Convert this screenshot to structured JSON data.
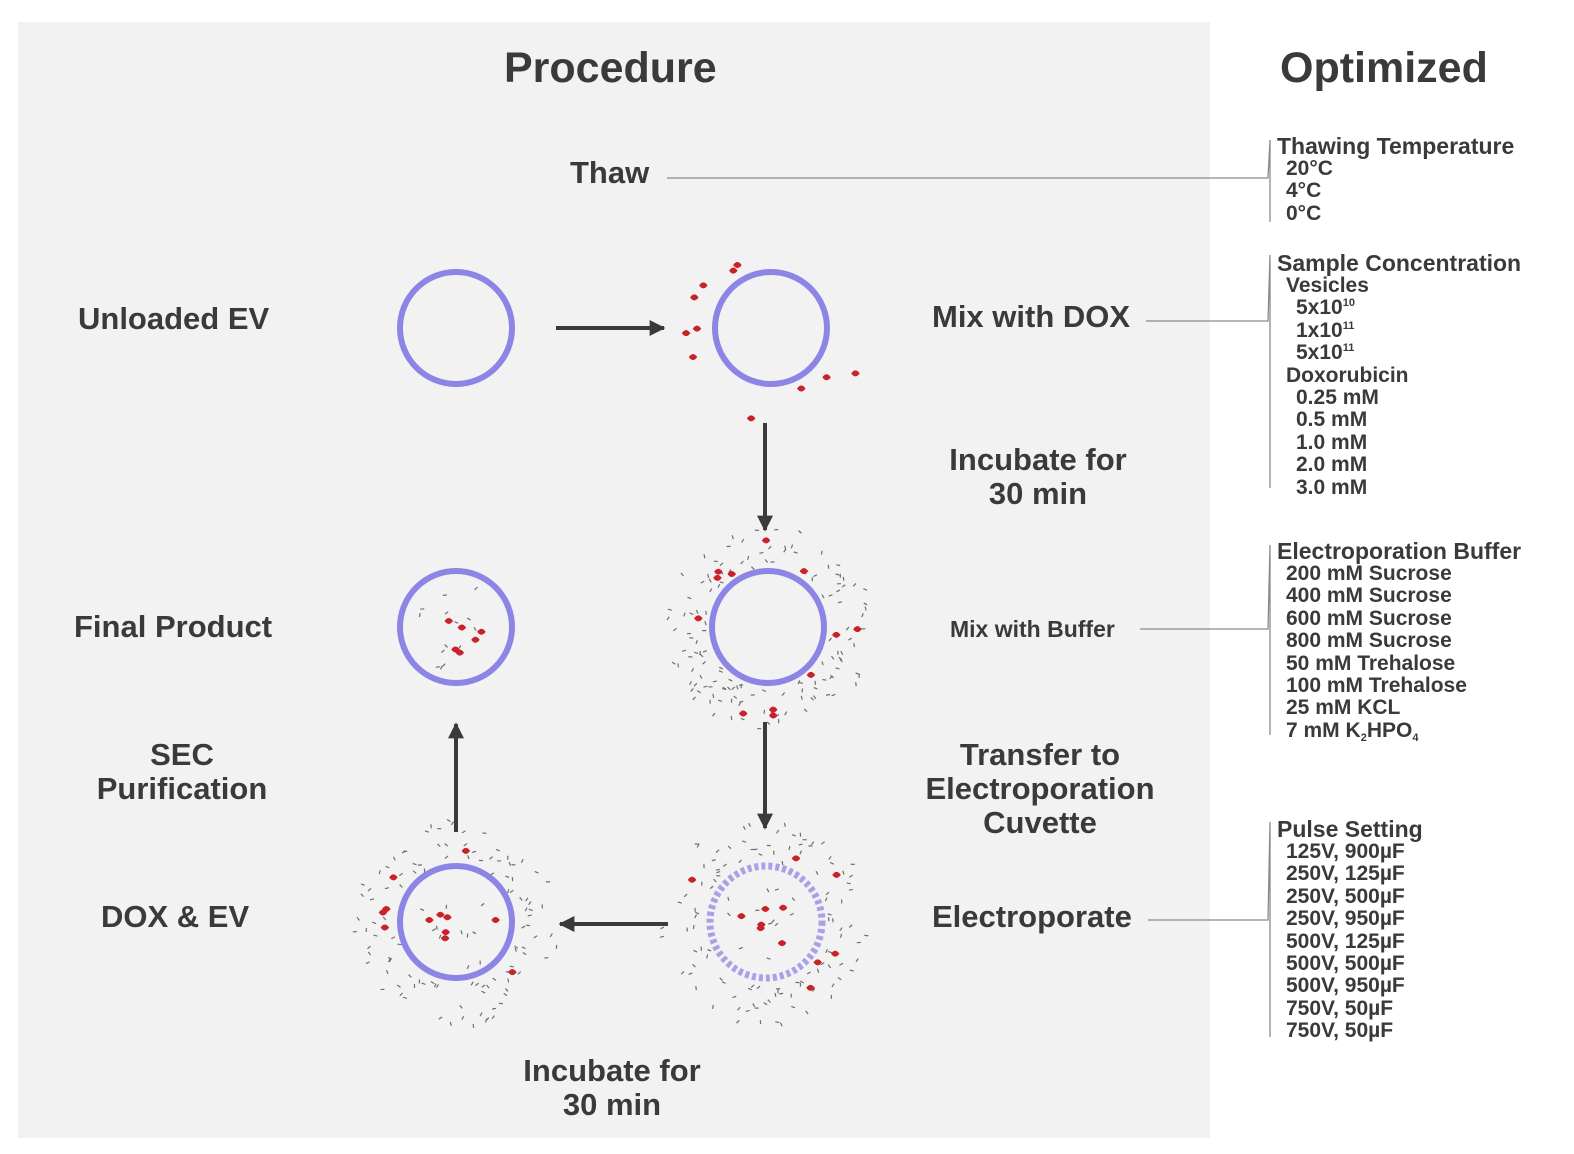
{
  "headings": {
    "procedure": "Procedure",
    "optimized": "Optimized"
  },
  "steps": {
    "thaw": "Thaw",
    "unloaded_ev": "Unloaded EV",
    "mix_with_dox": "Mix with DOX",
    "incubate_1": [
      "Incubate for",
      "30 min"
    ],
    "final_product": "Final Product",
    "mix_with_buffer": "Mix with Buffer",
    "sec_purification": [
      "SEC",
      "Purification"
    ],
    "transfer": [
      "Transfer to",
      "Electroporation",
      "Cuvette"
    ],
    "dox_ev": "DOX & EV",
    "electroporate": "Electroporate",
    "incubate_2": [
      "Incubate for",
      "30 min"
    ]
  },
  "optimized": {
    "thawing": {
      "title": "Thawing Temperature",
      "items": [
        "20°C",
        "4°C",
        "0°C"
      ]
    },
    "sample": {
      "title": "Sample Concentration",
      "vesicles_label": "Vesicles",
      "vesicles": [
        {
          "base": "5x10",
          "exp": "10"
        },
        {
          "base": "1x10",
          "exp": "11"
        },
        {
          "base": "5x10",
          "exp": "11"
        }
      ],
      "dox_label": "Doxorubicin",
      "dox": [
        "0.25 mM",
        "0.5 mM",
        "1.0 mM",
        "2.0 mM",
        "3.0 mM"
      ]
    },
    "buffer": {
      "title": "Electroporation Buffer",
      "items": [
        "200 mM Sucrose",
        "400 mM Sucrose",
        "600 mM Sucrose",
        "800 mM Sucrose",
        "50 mM Trehalose",
        "100 mM Trehalose",
        "25 mM KCL"
      ],
      "last": {
        "pre": "7 mM K",
        "sub1": "2",
        "mid": "HPO",
        "sub2": "4"
      }
    },
    "pulse": {
      "title": "Pulse Setting",
      "items": [
        "125V, 900µF",
        "250V, 125µF",
        "250V, 500µF",
        "250V, 950µF",
        "500V, 125µF",
        "500V, 500µF",
        "500V, 950µF",
        "750V, 50µF",
        "750V, 50µF"
      ]
    }
  },
  "colors": {
    "vesicle": "#8d85e6",
    "dox": "#c8232a",
    "text": "#3a3a3a",
    "panel": "#f2f2f2",
    "line": "#8a8a8a"
  }
}
